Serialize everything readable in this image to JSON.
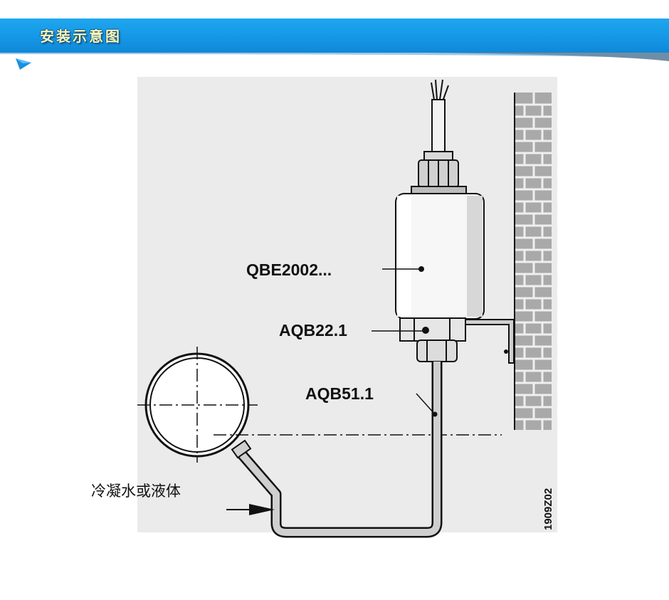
{
  "header": {
    "title": "安装示意图",
    "accent_color": "#1597e6",
    "title_color": "#fff6b5"
  },
  "diagram": {
    "labels": {
      "sensor": "QBE2002...",
      "adapter": "AQB22.1",
      "siphon": "AQB51.1",
      "medium": "冷凝水或液体",
      "drawing_id": "1909Z02"
    },
    "icons": [
      "wall-brick-icon",
      "flow-arrow-icon"
    ]
  }
}
